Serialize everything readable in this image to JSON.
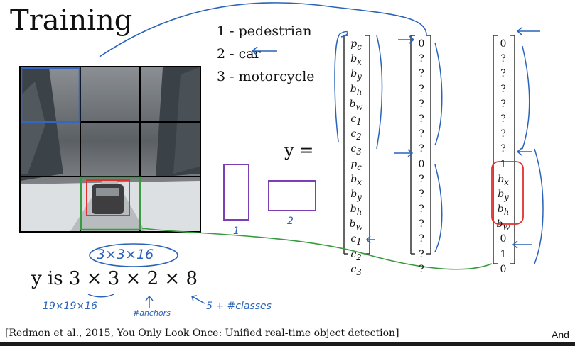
{
  "title": "Training",
  "classes": [
    "1 -  pedestrian",
    "2 -  car",
    "3 -  motorcycle"
  ],
  "y_equals": "y   =",
  "vector1": [
    "p",
    "b",
    "b",
    "b",
    "b",
    "c",
    "c",
    "c",
    "p",
    "b",
    "b",
    "b",
    "b",
    "c",
    "c",
    "c"
  ],
  "vector1_sub": [
    "c",
    "x",
    "y",
    "h",
    "w",
    "1",
    "2",
    "3",
    "c",
    "x",
    "y",
    "h",
    "w",
    "1",
    "2",
    "3"
  ],
  "vector2": [
    "0",
    "?",
    "?",
    "?",
    "?",
    "?",
    "?",
    "?",
    "0",
    "?",
    "?",
    "?",
    "?",
    "?",
    "?",
    "?"
  ],
  "vector3": [
    "0",
    "?",
    "?",
    "?",
    "?",
    "?",
    "?",
    "?",
    "1",
    "b",
    "b",
    "b",
    "b",
    "0",
    "1",
    "0"
  ],
  "vector3_sub": [
    "",
    "",
    "",
    "",
    "",
    "",
    "",
    "",
    "",
    "x",
    "y",
    "h",
    "w",
    "",
    "",
    ""
  ],
  "formula": "y  is 3 × 3 × 2 × 8",
  "handwriting": {
    "circled": "3×3×16",
    "grid_size": "19×19×16",
    "anchors": "#anchors",
    "classes_note": "5 + #classes",
    "box1": "1",
    "box2": "2"
  },
  "footer": "[Redmon et al., 2015, You Only Look Once: Unified real-time object detection]",
  "footer_right": "And",
  "colors": {
    "ink_blue": "#2a64b8",
    "ink_red": "#e0312f",
    "ink_green": "#3a9a3f",
    "ink_purple": "#7a3fb3"
  }
}
